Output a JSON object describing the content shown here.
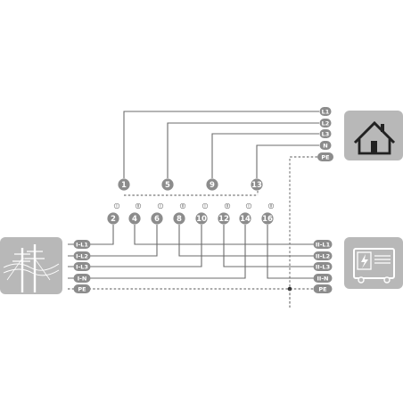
{
  "diagram": {
    "house_labels": [
      "L1",
      "L2",
      "L3",
      "N",
      "PE"
    ],
    "grid_labels": [
      "I-L1",
      "I-L2",
      "I-L3",
      "I-N",
      "PE"
    ],
    "generator_labels": [
      "II-L1",
      "II-L2",
      "II-L3",
      "II-N",
      "PE"
    ],
    "top_terminals": [
      "1",
      "5",
      "9",
      "13"
    ],
    "bottom_terminals": [
      "2",
      "4",
      "6",
      "8",
      "10",
      "12",
      "14",
      "16"
    ],
    "switch_positions": [
      "I",
      "II",
      "I",
      "II",
      "I",
      "II",
      "I",
      "II"
    ],
    "icons": [
      "house-icon",
      "power-pylon-icon",
      "generator-icon"
    ],
    "colors": {
      "wire": "#6b6b6b",
      "label": "#8c8c8c",
      "box_fill": "#b8b8b8"
    }
  }
}
